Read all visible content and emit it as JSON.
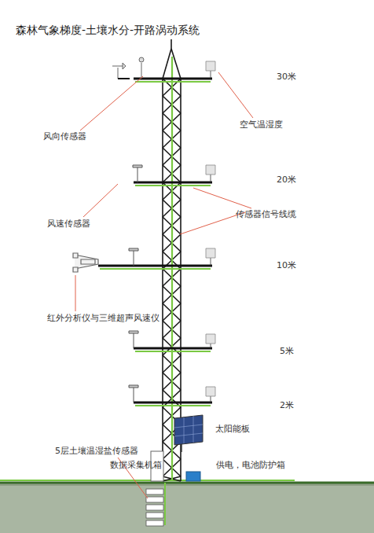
{
  "diagram": {
    "title": "森林气象梯度-土壤水分-开路涡动系统",
    "labels": [
      "风向传感器",
      "空气温湿度",
      "30米",
      "20米",
      "风速传感器",
      "传感器信号线缆",
      "10米",
      "红外分析仪与三维超声风速仪",
      "5米",
      "2米",
      "太阳能板",
      "5层土壤温湿盐传感器",
      "数据采集机箱",
      "供电，电池防护箱"
    ]
  }
}
